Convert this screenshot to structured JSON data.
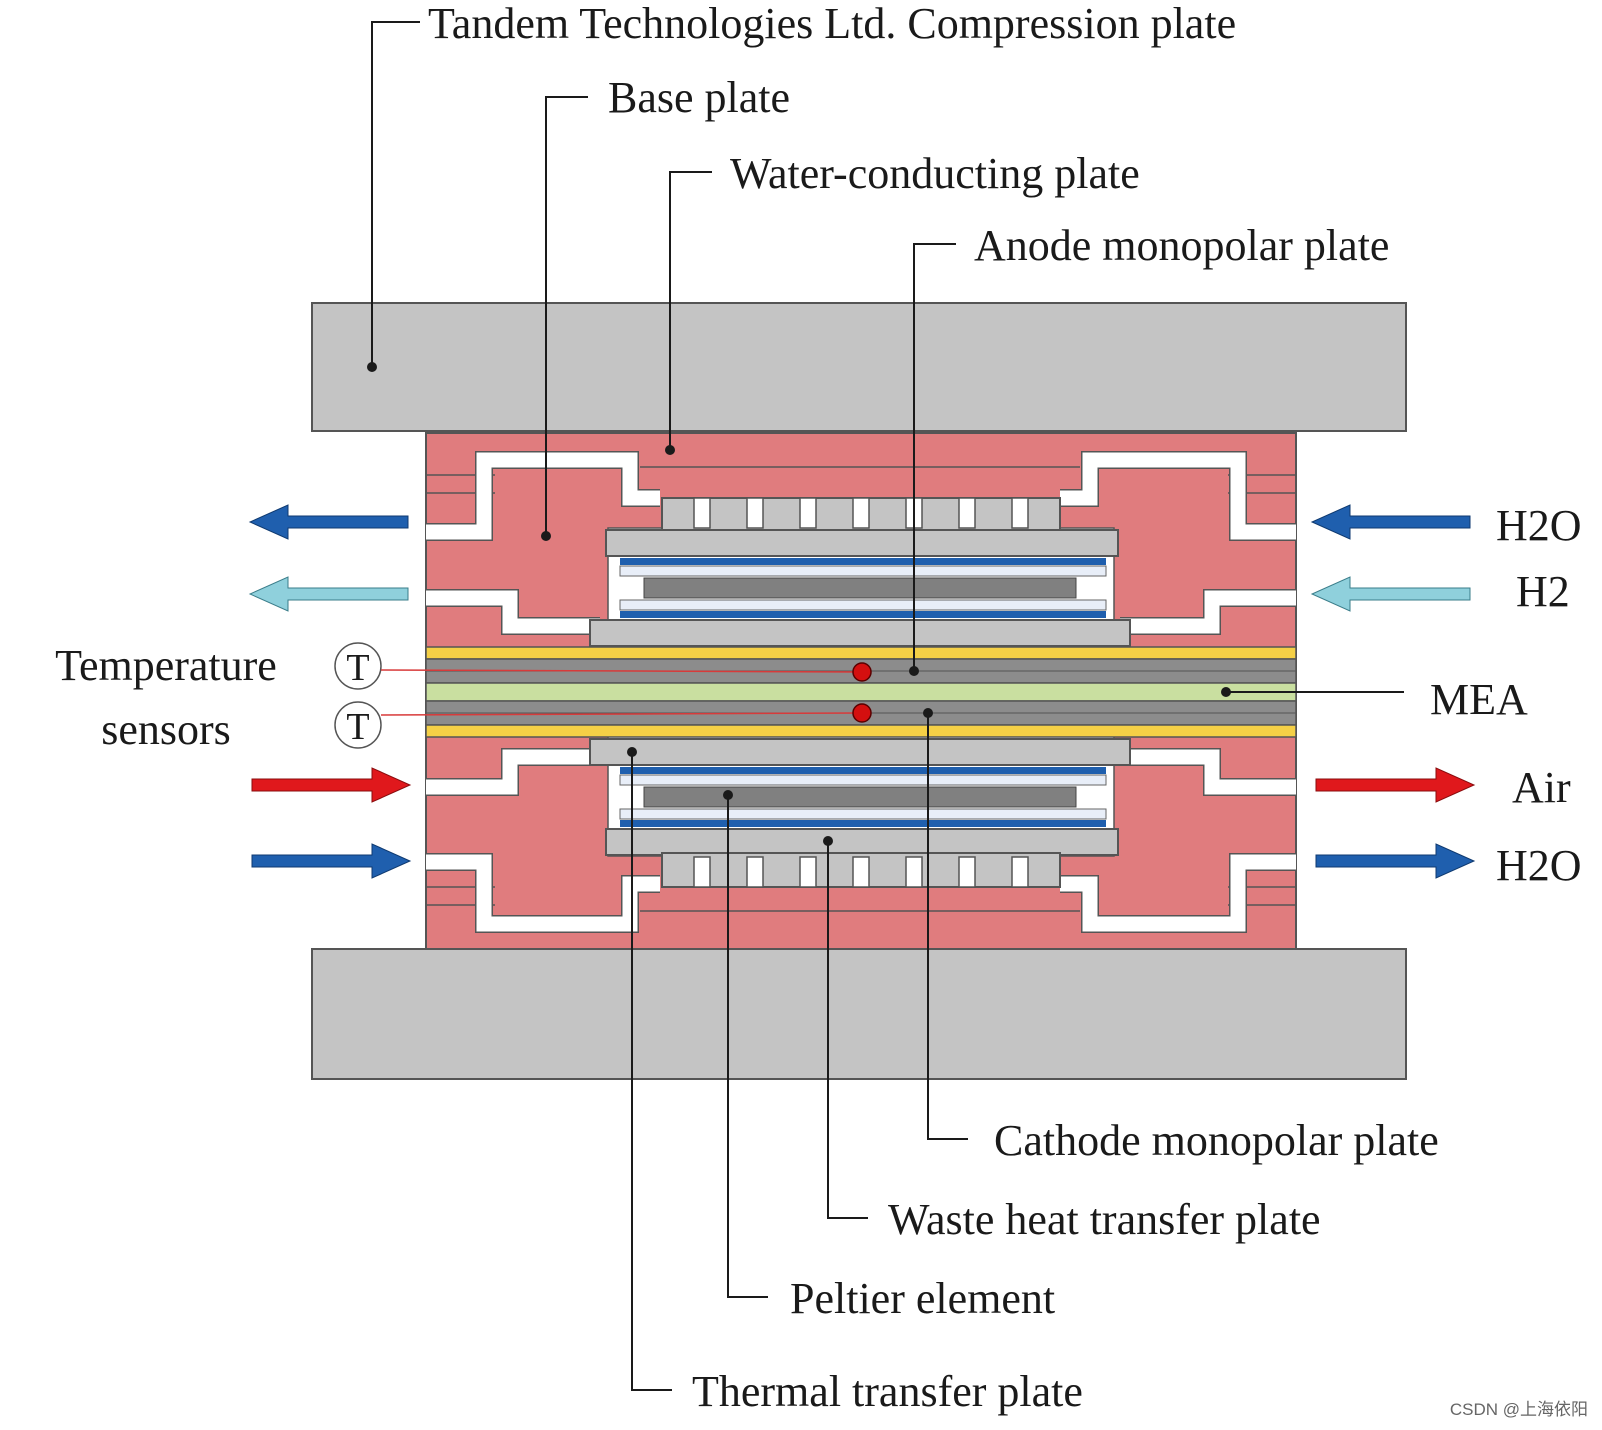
{
  "labels": {
    "compression_plate": "Tandem Technologies Ltd. Compression plate",
    "base_plate": "Base plate",
    "water_conducting_plate": "Water-conducting plate",
    "anode_monopolar_plate": "Anode monopolar plate",
    "mea": "MEA",
    "cathode_monopolar_plate": "Cathode monopolar plate",
    "waste_heat_transfer_plate": "Waste heat transfer plate",
    "peltier_element": "Peltier element",
    "thermal_transfer_plate": "Thermal transfer plate",
    "temperature_sensors_line1": "Temperature",
    "temperature_sensors_line2": "sensors",
    "sensor_symbol_1": "T",
    "sensor_symbol_2": "T"
  },
  "flows": {
    "right_in_h2o": "H2O",
    "right_in_h2": "H2",
    "right_out_air": "Air",
    "right_out_h2o": "H2O"
  },
  "colors": {
    "compression_plate": "#c4c4c4",
    "base_plate": "#e07c7e",
    "water_arrow": "#1f5fae",
    "hydrogen_arrow": "#8fd0dc",
    "air_arrow": "#e0181c",
    "gas_diffusion_layer": "#f5d046",
    "membrane": "#c9dfa0",
    "monopolar_plate": "#8c8c8c",
    "sensor_dot": "#d40f0f"
  },
  "watermark": "CSDN @上海依阳"
}
